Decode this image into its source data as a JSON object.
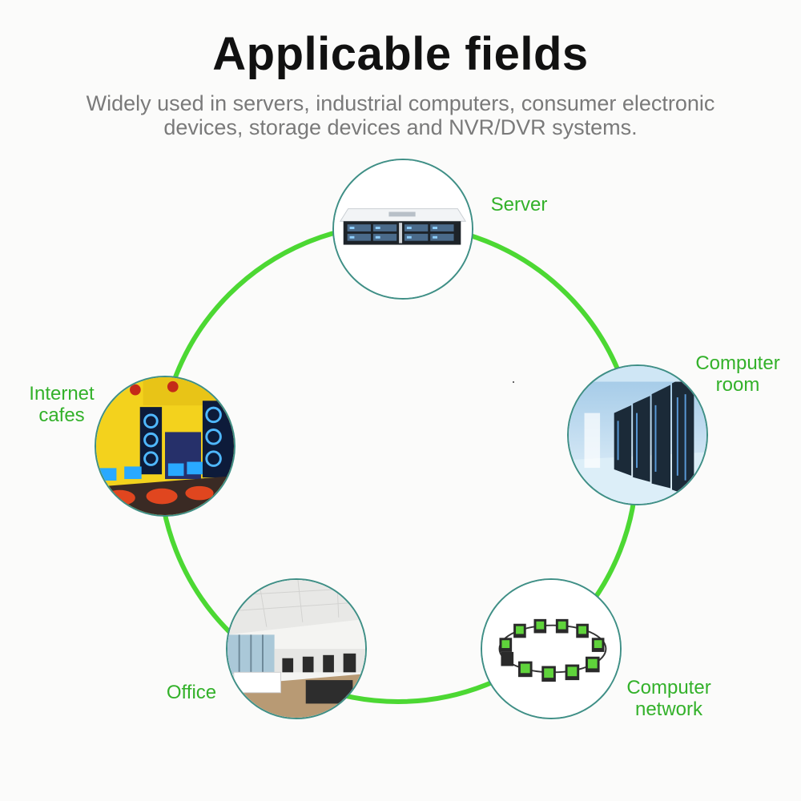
{
  "header": {
    "title": "Applicable fields",
    "subtitle_lines": [
      "Widely used in servers, industrial computers, consumer electronic",
      "devices, storage devices and NVR/DVR systems."
    ]
  },
  "colors": {
    "ring": "#4cd833",
    "label": "#33b12a",
    "circle_border": "#3f8f86",
    "title": "#111111",
    "subtitle": "#7a7a7a"
  },
  "fields": [
    {
      "id": "server",
      "lines": [
        "Server"
      ],
      "image": "rack-server-image"
    },
    {
      "id": "computer-room",
      "lines": [
        "Computer",
        "room"
      ],
      "image": "data-center-image"
    },
    {
      "id": "computer-network",
      "lines": [
        "Computer",
        "network"
      ],
      "image": "network-ring-image"
    },
    {
      "id": "office",
      "lines": [
        "Office"
      ],
      "image": "office-interior-image"
    },
    {
      "id": "internet-cafes",
      "lines": [
        "Internet",
        "cafes"
      ],
      "image": "internet-cafe-image"
    }
  ]
}
